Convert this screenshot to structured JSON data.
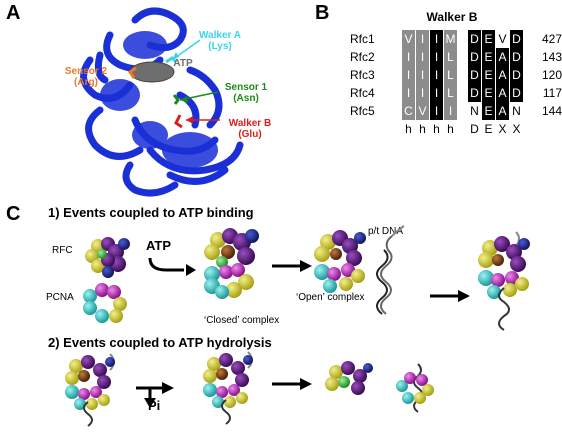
{
  "panels": {
    "a": "A",
    "b": "B",
    "c": "C"
  },
  "structure_labels": {
    "sensor2": "Sensor 2\n(Arg)",
    "atp": "ATP",
    "walker_a": "Walker A\n(Lys)",
    "sensor1": "Sensor 1\n(Asn)",
    "walker_b": "Walker B\n(Glu)"
  },
  "alignment": {
    "title": "Walker B",
    "rows": [
      {
        "name": "Rfc1",
        "residues": [
          "V",
          "I",
          "I",
          "M",
          "D",
          "E",
          "V",
          "D"
        ],
        "num": "427"
      },
      {
        "name": "Rfc2",
        "residues": [
          "I",
          "I",
          "I",
          "L",
          "D",
          "E",
          "A",
          "D"
        ],
        "num": "143"
      },
      {
        "name": "Rfc3",
        "residues": [
          "I",
          "I",
          "I",
          "L",
          "D",
          "E",
          "A",
          "D"
        ],
        "num": "120"
      },
      {
        "name": "Rfc4",
        "residues": [
          "I",
          "I",
          "I",
          "L",
          "D",
          "E",
          "A",
          "D"
        ],
        "num": "117"
      },
      {
        "name": "Rfc5",
        "residues": [
          "C",
          "V",
          "I",
          "I",
          "N",
          "E",
          "A",
          "N"
        ],
        "num": "144"
      }
    ],
    "consensus": [
      "h",
      "h",
      "h",
      "h",
      "D",
      "E",
      "X",
      "X"
    ]
  },
  "section1": {
    "title": "1) Events coupled to ATP binding",
    "rfc": "RFC",
    "pcna": "PCNA",
    "atp": "ATP",
    "closed": "‘Closed’ complex",
    "open": "‘Open’ complex",
    "dna": "p/t DNA"
  },
  "section2": {
    "title": "2) Events coupled to ATP hydrolysis",
    "pi": "Pi"
  },
  "colors": {
    "protein_blue": "#1a2fd6",
    "walker_a": "#3ad4e8",
    "sensor2": "#e87a28",
    "sensor1": "#1a8a1a",
    "walker_b": "#d82020",
    "atp": "#707070",
    "yellow": "#d7d22a",
    "purple": "#5b1d7a",
    "navy": "#1c2a8a",
    "cyan": "#3ac7c7",
    "magenta": "#c02cc0",
    "green": "#3cb43c",
    "brown": "#8a4a1a"
  }
}
